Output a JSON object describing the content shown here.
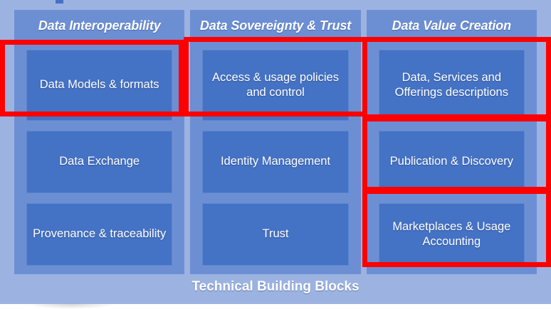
{
  "diagram": {
    "footer_label": "Technical Building Blocks",
    "colors": {
      "outer_frame": "#9cb3e2",
      "column_background": "#6c8fd4",
      "card_fill": "#4472c4",
      "card_border": "#5b86d0",
      "text": "#ffffff",
      "highlight": "#ff0000"
    },
    "columns": [
      {
        "header": "Data Interoperability",
        "cards": [
          "Data Models & formats",
          "Data Exchange",
          "Provenance & traceability"
        ]
      },
      {
        "header": "Data Sovereignty & Trust",
        "cards": [
          "Access & usage policies and control",
          "Identity Management",
          "Trust"
        ]
      },
      {
        "header": "Data Value Creation",
        "cards": [
          "Data, Services and Offerings descriptions",
          "Publication & Discovery",
          "Marketplaces & Usage Accounting"
        ]
      }
    ],
    "highlights": [
      {
        "label": "highlight-data-models-formats"
      },
      {
        "label": "highlight-access-usage-policies"
      },
      {
        "label": "highlight-data-services-offerings"
      },
      {
        "label": "highlight-publication-discovery"
      },
      {
        "label": "highlight-marketplaces-usage-accounting"
      }
    ]
  }
}
